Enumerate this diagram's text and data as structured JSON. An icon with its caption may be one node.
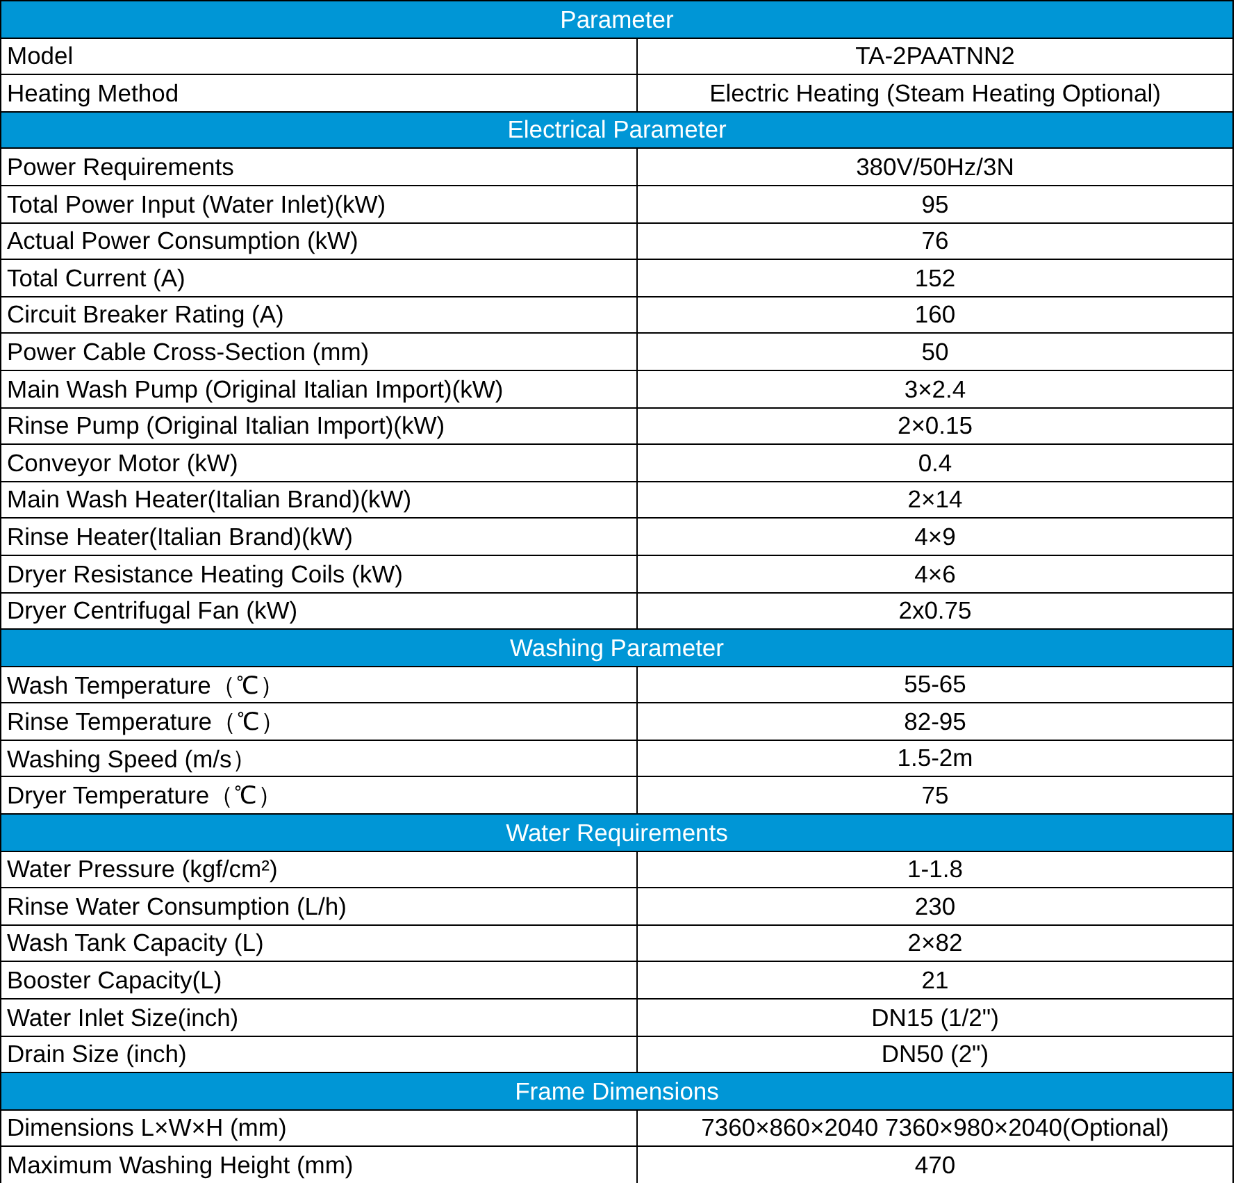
{
  "diagram": {
    "nodes": [
      {
        "text": [
          "Parameter"
        ]
      },
      {
        "text": [
          "Electrical Parameter"
        ]
      },
      {
        "text": [
          "Washing Parameter"
        ]
      },
      {
        "text": [
          "Water Requirements"
        ]
      },
      {
        "text": [
          "Frame Dimensions"
        ]
      }
    ],
    "labels": [
      "Model",
      "TA-2PAATNN2",
      "Heating Method",
      "Electric Heating (Steam Heating Optional)",
      "Power Requirements",
      "380V/50Hz/3N",
      "Total Power Input (Water Inlet)(kW)",
      "95",
      "Actual Power Consumption (kW)",
      "76",
      "Total Current (A)",
      "152",
      "Circuit Breaker Rating (A)",
      "160",
      "Power Cable Cross-Section (mm)",
      "50",
      "Main Wash Pump (Original Italian Import)(kW)",
      "3×2.4",
      "Rinse Pump (Original Italian Import)(kW)",
      "2×0.15",
      "Conveyor Motor (kW)",
      "0.4",
      "Main Wash Heater(Italian Brand)(kW)",
      "2×14",
      "Rinse Heater(Italian Brand)(kW)",
      "4×9",
      "Dryer Resistance Heating Coils (kW)",
      "4×6",
      "Dryer Centrifugal Fan (kW)",
      "2x0.75",
      "Wash Temperature（℃）",
      "55-65",
      "Rinse Temperature（℃）",
      "82-95",
      "Washing Speed (m/s）",
      "1.5-2m",
      "Dryer Temperature（℃）",
      "75",
      "Water Pressure (kgf/cm²)",
      "1-1.8",
      "Rinse Water Consumption (L/h)",
      "230",
      "Wash Tank Capacity (L)",
      "2×82",
      "Booster Capacity(L)",
      "21",
      "Water Inlet Size(inch)",
      "DN15 (1/2\")",
      "Drain Size (inch)",
      "DN50 (2\")",
      "Dimensions L×W×H (mm)",
      "7360×860×2040 7360×980×2040(Optional)",
      "Maximum Washing Height (mm)",
      "470"
    ]
  }
}
